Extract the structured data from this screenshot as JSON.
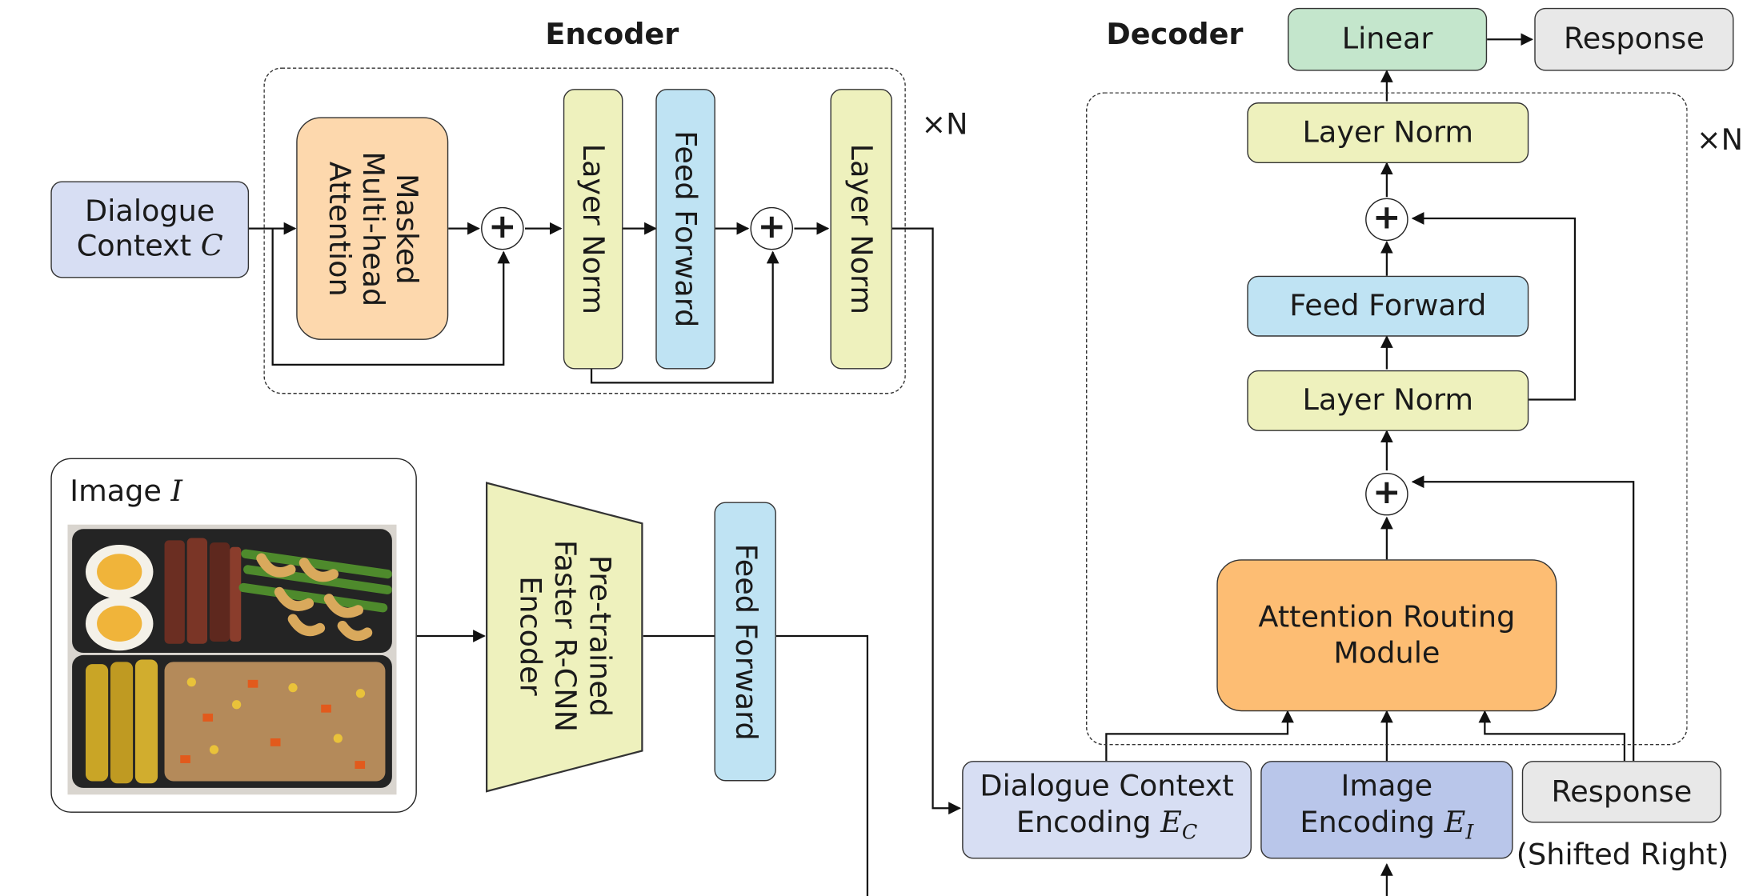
{
  "encoder": {
    "title": "Encoder",
    "repeat": "×N",
    "masked_attention": [
      "Masked",
      "Multi-head",
      "Attention"
    ],
    "layer_norm_1": "Layer Norm",
    "feed_forward": "Feed Forward",
    "layer_norm_2": "Layer Norm"
  },
  "dialogue_context": {
    "line1": "Dialogue",
    "line2": "Context",
    "symbol": "C"
  },
  "image_panel": {
    "title": "Image",
    "symbol": "I"
  },
  "rcnn": [
    "Pre-trained",
    "Faster R-CNN",
    "Encoder"
  ],
  "image_feed_forward": "Feed Forward",
  "decoder": {
    "title": "Decoder",
    "repeat": "×N",
    "linear": "Linear",
    "response_out": "Response",
    "layer_norm_top": "Layer Norm",
    "feed_forward": "Feed Forward",
    "layer_norm_mid": "Layer Norm",
    "routing": [
      "Attention Routing",
      "Module"
    ]
  },
  "inputs": {
    "dialogue_encoding": {
      "line1": "Dialogue Context",
      "line2": "Encoding",
      "symbol": "E",
      "subscript": "C"
    },
    "image_encoding": {
      "line1": "Image",
      "line2": "Encoding",
      "symbol": "E",
      "subscript": "I"
    },
    "response_in": "Response",
    "shifted_note": "(Shifted Right)"
  },
  "plus_symbol": "+",
  "colors": {
    "blue_light": "#d7def3",
    "blue": "#b9c6ea",
    "yellow": "#eef1bd",
    "cyan": "#bfe3f3",
    "orange_light": "#fdd8ad",
    "orange": "#fdbd73",
    "green": "#c4e6cc",
    "gray": "#e8e8e8"
  }
}
